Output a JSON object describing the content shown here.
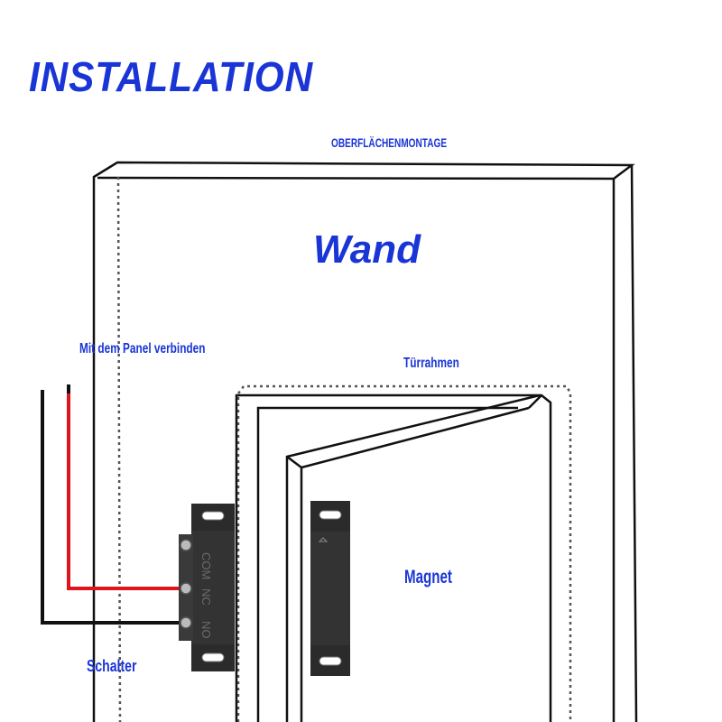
{
  "title": "INSTALLATION",
  "labels": {
    "surface_mount": "OBERFLÄCHENMONTAGE",
    "wall": "Wand",
    "connect_panel": "Mit dem Panel verbinden",
    "door_frame": "Türrahmen",
    "magnet": "Magnet",
    "switch": "Schalter"
  },
  "terminals": [
    "COM",
    "NC",
    "NO"
  ],
  "colors": {
    "text": "#1a35d6",
    "line": "#111111",
    "wire_red": "#e0141c",
    "wire_black": "#111111",
    "sensor_body": "#2b2b2b"
  }
}
